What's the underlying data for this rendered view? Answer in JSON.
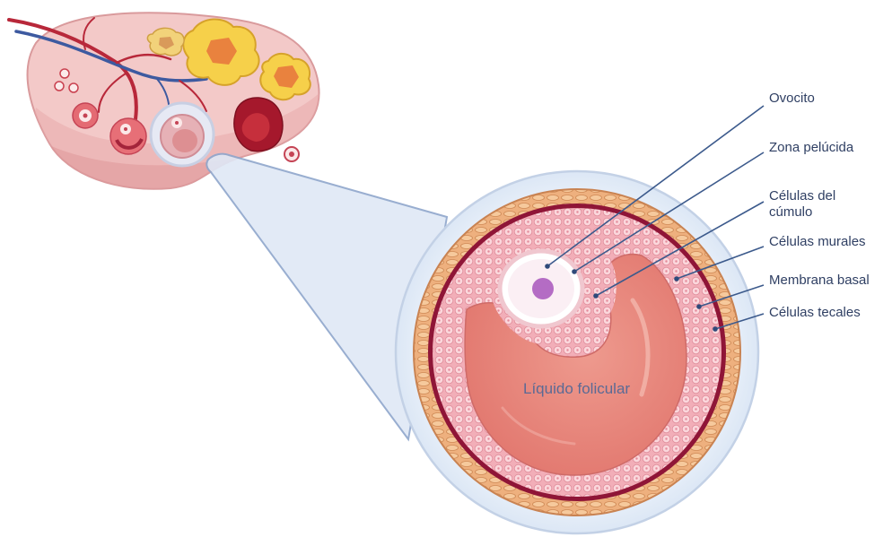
{
  "labels": {
    "oocyte": "Ovocito",
    "zona_pellucida": "Zona pelúcida",
    "cumulus_cells": "Células del cúmulo",
    "mural_cells": "Células murales",
    "basal_membrane": "Membrana basal",
    "theca_cells": "Células tecales",
    "follicular_fluid": "Líquido folicular"
  },
  "colors": {
    "label_text": "#2f3f63",
    "leader_line": "#3c5a8c",
    "granulosa": "#f4b8c0",
    "follicular_fluid": "#e7877f",
    "basal_membrane": "#9b1b3f",
    "theca": "#e6a877",
    "ovary": "#f0c4c4",
    "oocyte_nucleus": "#b46cc4"
  }
}
